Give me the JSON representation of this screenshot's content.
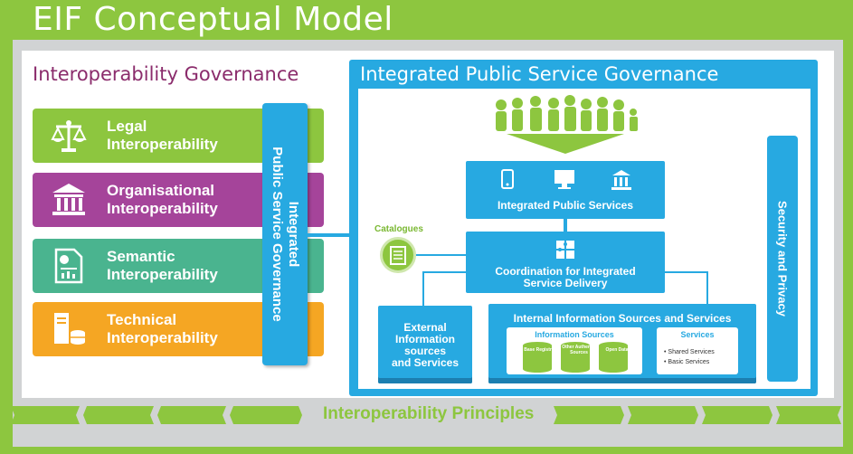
{
  "title": "EIF Conceptual Model",
  "left_panel": {
    "title": "Interoperability Governance",
    "tiles": [
      {
        "line1": "Legal",
        "line2": "Interoperability",
        "color": "#8dc63f",
        "icon": "scales-icon"
      },
      {
        "line1": "Organisational",
        "line2": "Interoperability",
        "color": "#a5449a",
        "icon": "institution-icon"
      },
      {
        "line1": "Semantic",
        "line2": "Interoperability",
        "color": "#4ab48f",
        "icon": "document-chart-icon"
      },
      {
        "line1": "Technical",
        "line2": "Interoperability",
        "color": "#f5a623",
        "icon": "server-database-icon"
      }
    ],
    "vertical_bar": {
      "line1": "Integrated",
      "line2": "Public Service Governance"
    }
  },
  "right_panel": {
    "title": "Integrated Public Service Governance",
    "users_icon": "citizens-group-icon",
    "integrated_services": {
      "label": "Integrated Public Services",
      "icons": [
        "phone-icon",
        "monitor-icon",
        "building-icon"
      ]
    },
    "catalogues": {
      "label": "Catalogues",
      "icon": "catalogue-icon"
    },
    "coordination": {
      "line1": "Coordination for Integrated",
      "line2": "Service Delivery",
      "icon": "puzzle-icon"
    },
    "external": {
      "line1": "External",
      "line2": "Information",
      "line3": "sources",
      "line4": "and Services"
    },
    "internal": {
      "title": "Internal Information Sources and Services",
      "info_sources": {
        "title": "Information Sources",
        "items": [
          "Base Registries",
          "Other Authentic Sources",
          "Open Data"
        ]
      },
      "services": {
        "title": "Services",
        "items": [
          "Shared Services",
          "Basic Services"
        ]
      }
    },
    "security": "Security and Privacy"
  },
  "principles": "Interoperability Principles",
  "colors": {
    "green": "#8dc63f",
    "blue": "#27a9e1",
    "gray": "#d1d3d4",
    "purple": "#8b2c6c"
  }
}
